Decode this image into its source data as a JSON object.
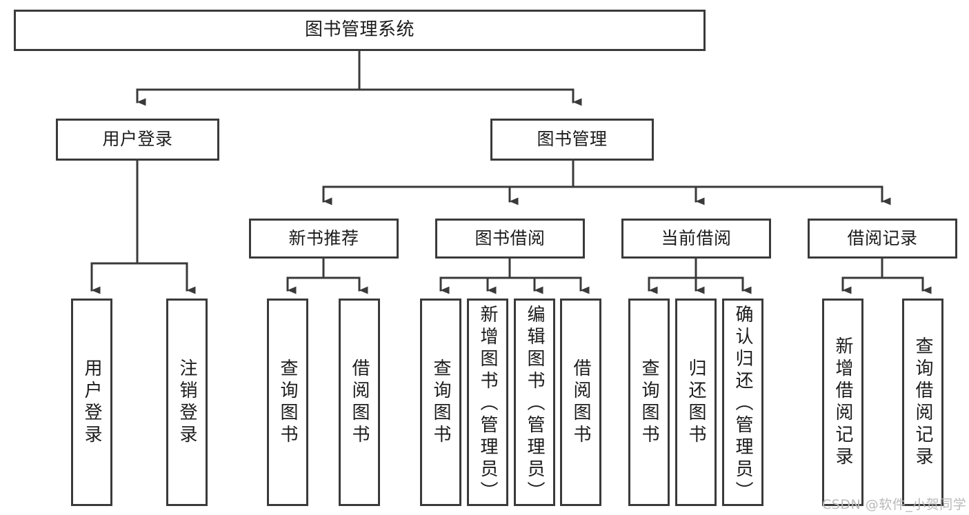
{
  "diagram": {
    "title": "图书管理系统",
    "type": "tree",
    "watermark": "CSDN @软件_小贺同学",
    "colors": {
      "box_border": "#3a3a3a",
      "box_fill": "#ffffff",
      "edge": "#3a3a3a",
      "text": "#1b1b1b",
      "watermark": "#b9b9b9",
      "background": "#ffffff"
    },
    "nodes": {
      "root": {
        "label": "图书管理系统"
      },
      "level2": [
        {
          "id": "user-login",
          "label": "用户登录"
        },
        {
          "id": "book-manage",
          "label": "图书管理"
        }
      ],
      "level3": [
        {
          "id": "new-book-recommend",
          "label": "新书推荐"
        },
        {
          "id": "book-borrow",
          "label": "图书借阅"
        },
        {
          "id": "current-borrow",
          "label": "当前借阅"
        },
        {
          "id": "borrow-record",
          "label": "借阅记录"
        }
      ],
      "leaves": {
        "user_login": [
          {
            "id": "leaf-user-login",
            "label": "用户登录"
          },
          {
            "id": "leaf-logout-login",
            "label": "注销登录"
          }
        ],
        "new_book_recommend": [
          {
            "id": "leaf-query-book-1",
            "label": "查询图书"
          },
          {
            "id": "leaf-borrow-book-1",
            "label": "借阅图书"
          }
        ],
        "book_borrow": [
          {
            "id": "leaf-query-book-2",
            "label": "查询图书"
          },
          {
            "id": "leaf-add-book",
            "label": "新增图书（管理员）"
          },
          {
            "id": "leaf-edit-book",
            "label": "编辑图书（管理员）"
          },
          {
            "id": "leaf-borrow-book-2",
            "label": "借阅图书"
          }
        ],
        "current_borrow": [
          {
            "id": "leaf-query-book-3",
            "label": "查询图书"
          },
          {
            "id": "leaf-return-book",
            "label": "归还图书"
          },
          {
            "id": "leaf-confirm-return",
            "label": "确认归还（管理员）"
          }
        ],
        "borrow_record": [
          {
            "id": "leaf-add-record",
            "label": "新增借阅记录"
          },
          {
            "id": "leaf-query-record",
            "label": "查询借阅记录"
          }
        ]
      }
    }
  }
}
